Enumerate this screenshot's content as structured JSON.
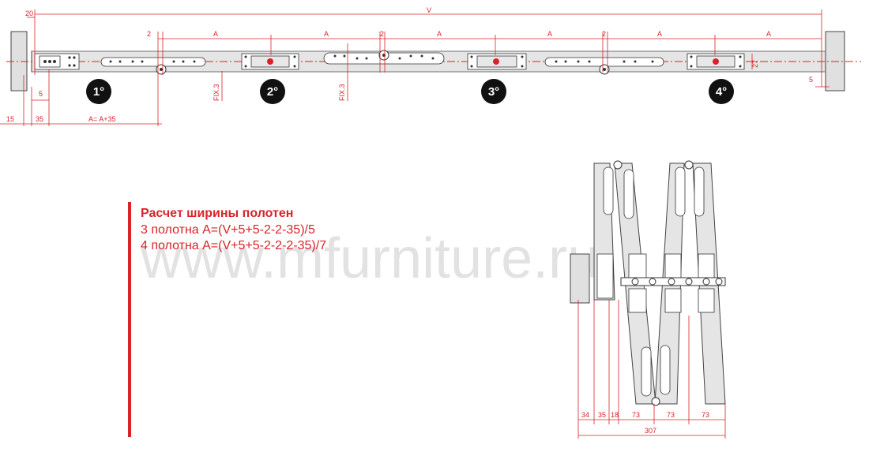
{
  "watermark": "www.mfurniture.ru",
  "top_view": {
    "labels": {
      "v": "V",
      "a": "A",
      "two": "2",
      "twenty": "20",
      "fifteen": "15",
      "thirtyfive": "35",
      "five": "5",
      "a_sum": "A= A+35",
      "fix": "FIX.3",
      "twentyseven": "27"
    },
    "badges": [
      "1°",
      "2°",
      "3°",
      "4°"
    ]
  },
  "folded_view": {
    "dims": [
      "34",
      "35",
      "18",
      "73",
      "73",
      "73"
    ],
    "total": "307"
  },
  "formula": {
    "title": "Расчет ширины полотен",
    "line1": "3 полотна A=(V+5+5-2-2-35)/5",
    "line2": "4 полотна A=(V+5+5-2-2-2-35)/7"
  }
}
